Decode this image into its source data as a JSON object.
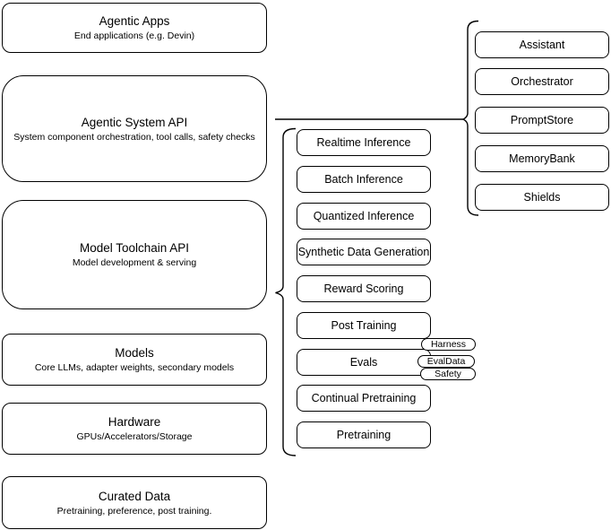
{
  "diagram": {
    "colors": {
      "stroke": "#000000",
      "fill": "#ffffff",
      "background": "#ffffff"
    },
    "stack": [
      {
        "title": "Agentic Apps",
        "subtitle": "End applications (e.g. Devin)"
      },
      {
        "title": "Agentic System API",
        "subtitle": "System component orchestration, tool calls, safety checks"
      },
      {
        "title": "Model Toolchain API",
        "subtitle": "Model development & serving"
      },
      {
        "title": "Models",
        "subtitle": "Core LLMs, adapter weights, secondary models"
      },
      {
        "title": "Hardware",
        "subtitle": "GPUs/Accelerators/Storage"
      },
      {
        "title": "Curated Data",
        "subtitle": "Pretraining, preference, post training."
      }
    ],
    "toolchain": {
      "items": [
        "Realtime Inference",
        "Batch Inference",
        "Quantized Inference",
        "Synthetic Data Generation",
        "Reward Scoring",
        "Post Training",
        "Evals",
        "Continual Pretraining",
        "Pretraining"
      ]
    },
    "eval_tags": [
      "Harness",
      "EvalData",
      "Safety"
    ],
    "system": {
      "items": [
        "Assistant",
        "Orchestrator",
        "PromptStore",
        "MemoryBank",
        "Shields"
      ]
    }
  }
}
